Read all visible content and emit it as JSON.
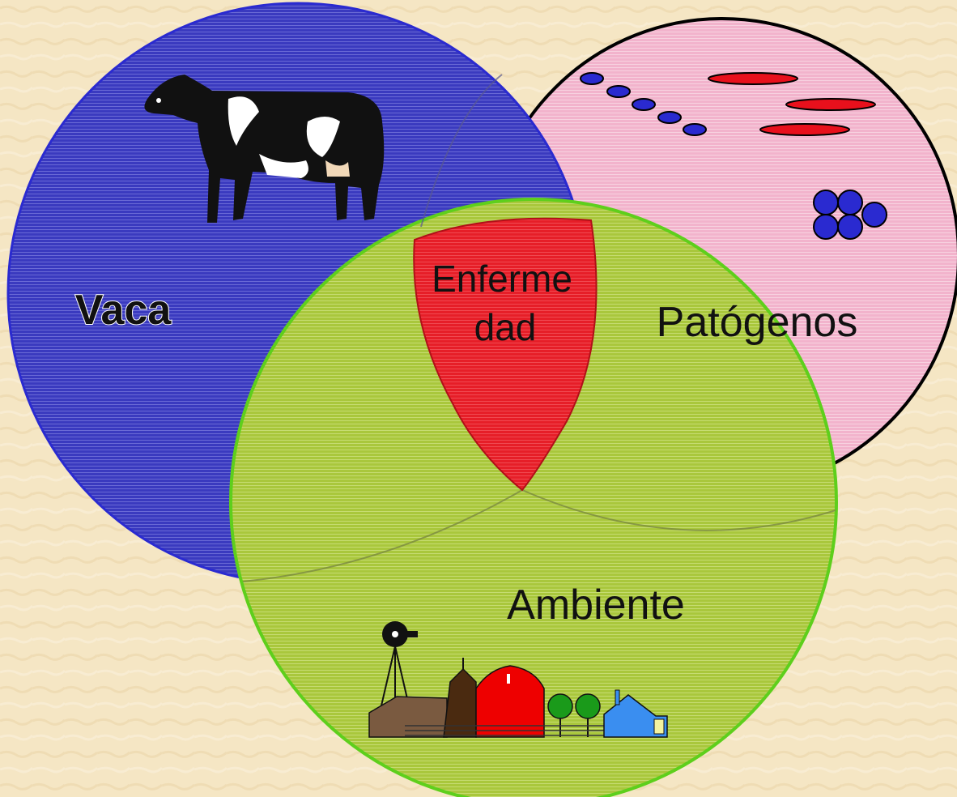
{
  "diagram": {
    "labels": {
      "vaca": "Vaca",
      "patogenos": "Patógenos",
      "enfermedad_line1": "Enferme",
      "enfermedad_line2": "dad",
      "ambiente": "Ambiente"
    },
    "colors": {
      "background": "#f5e6c4",
      "vaca_circle": "#3535b5",
      "patogenos_circle": "#f3b6cf",
      "ambiente_circle": "#a8c63a",
      "enfermedad_region": "#e8202a"
    },
    "icons": [
      "cow-icon",
      "pathogen-rods-icon",
      "pathogen-cocci-icon",
      "farm-icon"
    ]
  }
}
